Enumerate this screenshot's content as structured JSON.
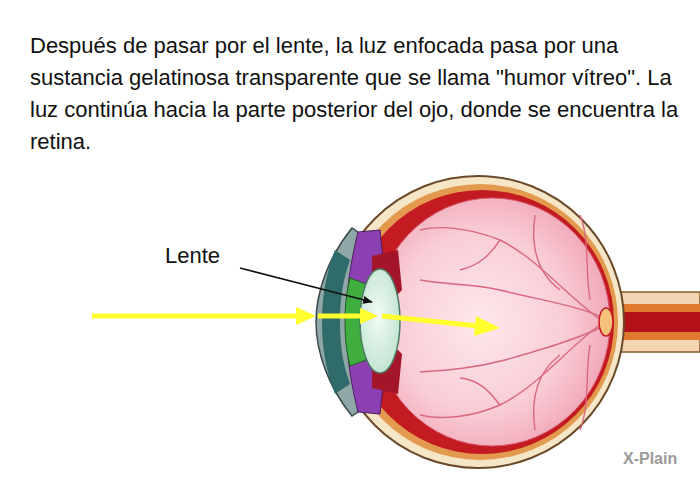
{
  "diagram": {
    "labels": [
      "Después de pasar por el lente, la luz enfocada pasa por una sustancia gelatinosa transparente que se llama \"humor vítreo\". La luz continúa hacia la parte posterior del ojo, donde se encuentra la retina.",
      "Lente",
      "X-Plain"
    ]
  }
}
